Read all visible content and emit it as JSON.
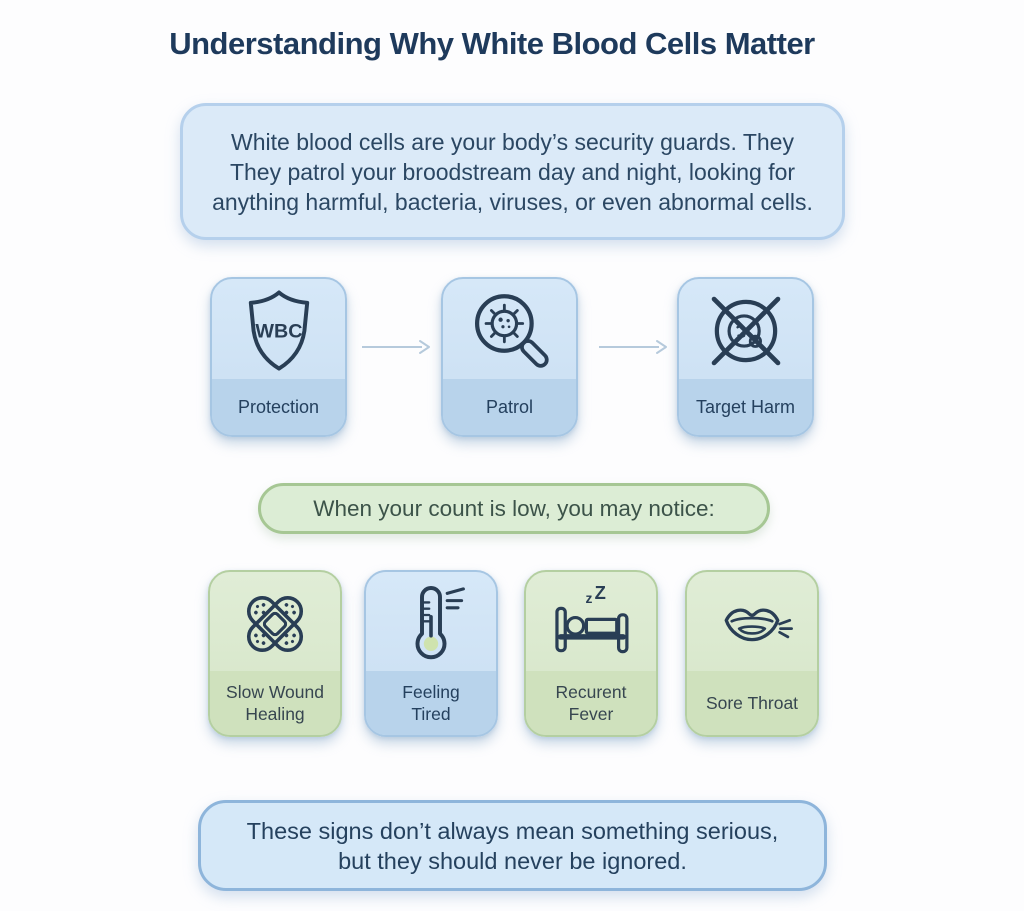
{
  "page": {
    "title": "Understanding Why White Blood Cells Matter"
  },
  "intro": {
    "text": "White blood cells are your body’s security guards. They\nThey patrol your broodstream day  and night, looking for\nanything harmful, bacteria, viruses, or even abnormal cells."
  },
  "functions_row": {
    "cards": [
      {
        "label": "Protection",
        "icon": "wbc-shield-icon"
      },
      {
        "label": "Patrol",
        "icon": "magnifier-virus-icon"
      },
      {
        "label": "Target Harm",
        "icon": "no-germ-icon"
      }
    ]
  },
  "icons": {
    "shield_label": "WBC",
    "sleep_z_small": "z",
    "sleep_z_big": "Z"
  },
  "notice": {
    "text": "When your count is low, you may notice:"
  },
  "symptoms_row": {
    "cards": [
      {
        "label": "Slow Wound\nHealing",
        "icon": "bandage-icon",
        "theme": "green"
      },
      {
        "label": "Feeling\nTired",
        "icon": "thermometer-icon",
        "theme": "blue"
      },
      {
        "label": "Recurent\nFever",
        "icon": "bed-sleep-icon",
        "theme": "green"
      },
      {
        "label": "Sore Throat",
        "icon": "mouth-icon",
        "theme": "green"
      }
    ]
  },
  "footer_note": {
    "text": "These signs don’t always mean something serious,\nbut they should never be ignored."
  },
  "colors": {
    "title_navy": "#1e3a5c",
    "blue_card_fill": "#d3e6f7",
    "blue_card_border": "#a6c6e3",
    "blue_card_footer": "#b8d3eb",
    "green_card_fill": "#dcead0",
    "green_card_border": "#b4cfa1",
    "green_card_footer": "#cfe1bd",
    "intro_fill": "#dbeaf8",
    "intro_border": "#b5d0ec",
    "pill_fill": "#dcedd5",
    "pill_border": "#a6c794",
    "bottom_fill": "#d5e8f8",
    "bottom_border": "#8eb5db",
    "icon_stroke": "#293e55",
    "arrow_blue": "#b6cadc",
    "thermometer_bulb_green": "#cfe3ae"
  }
}
